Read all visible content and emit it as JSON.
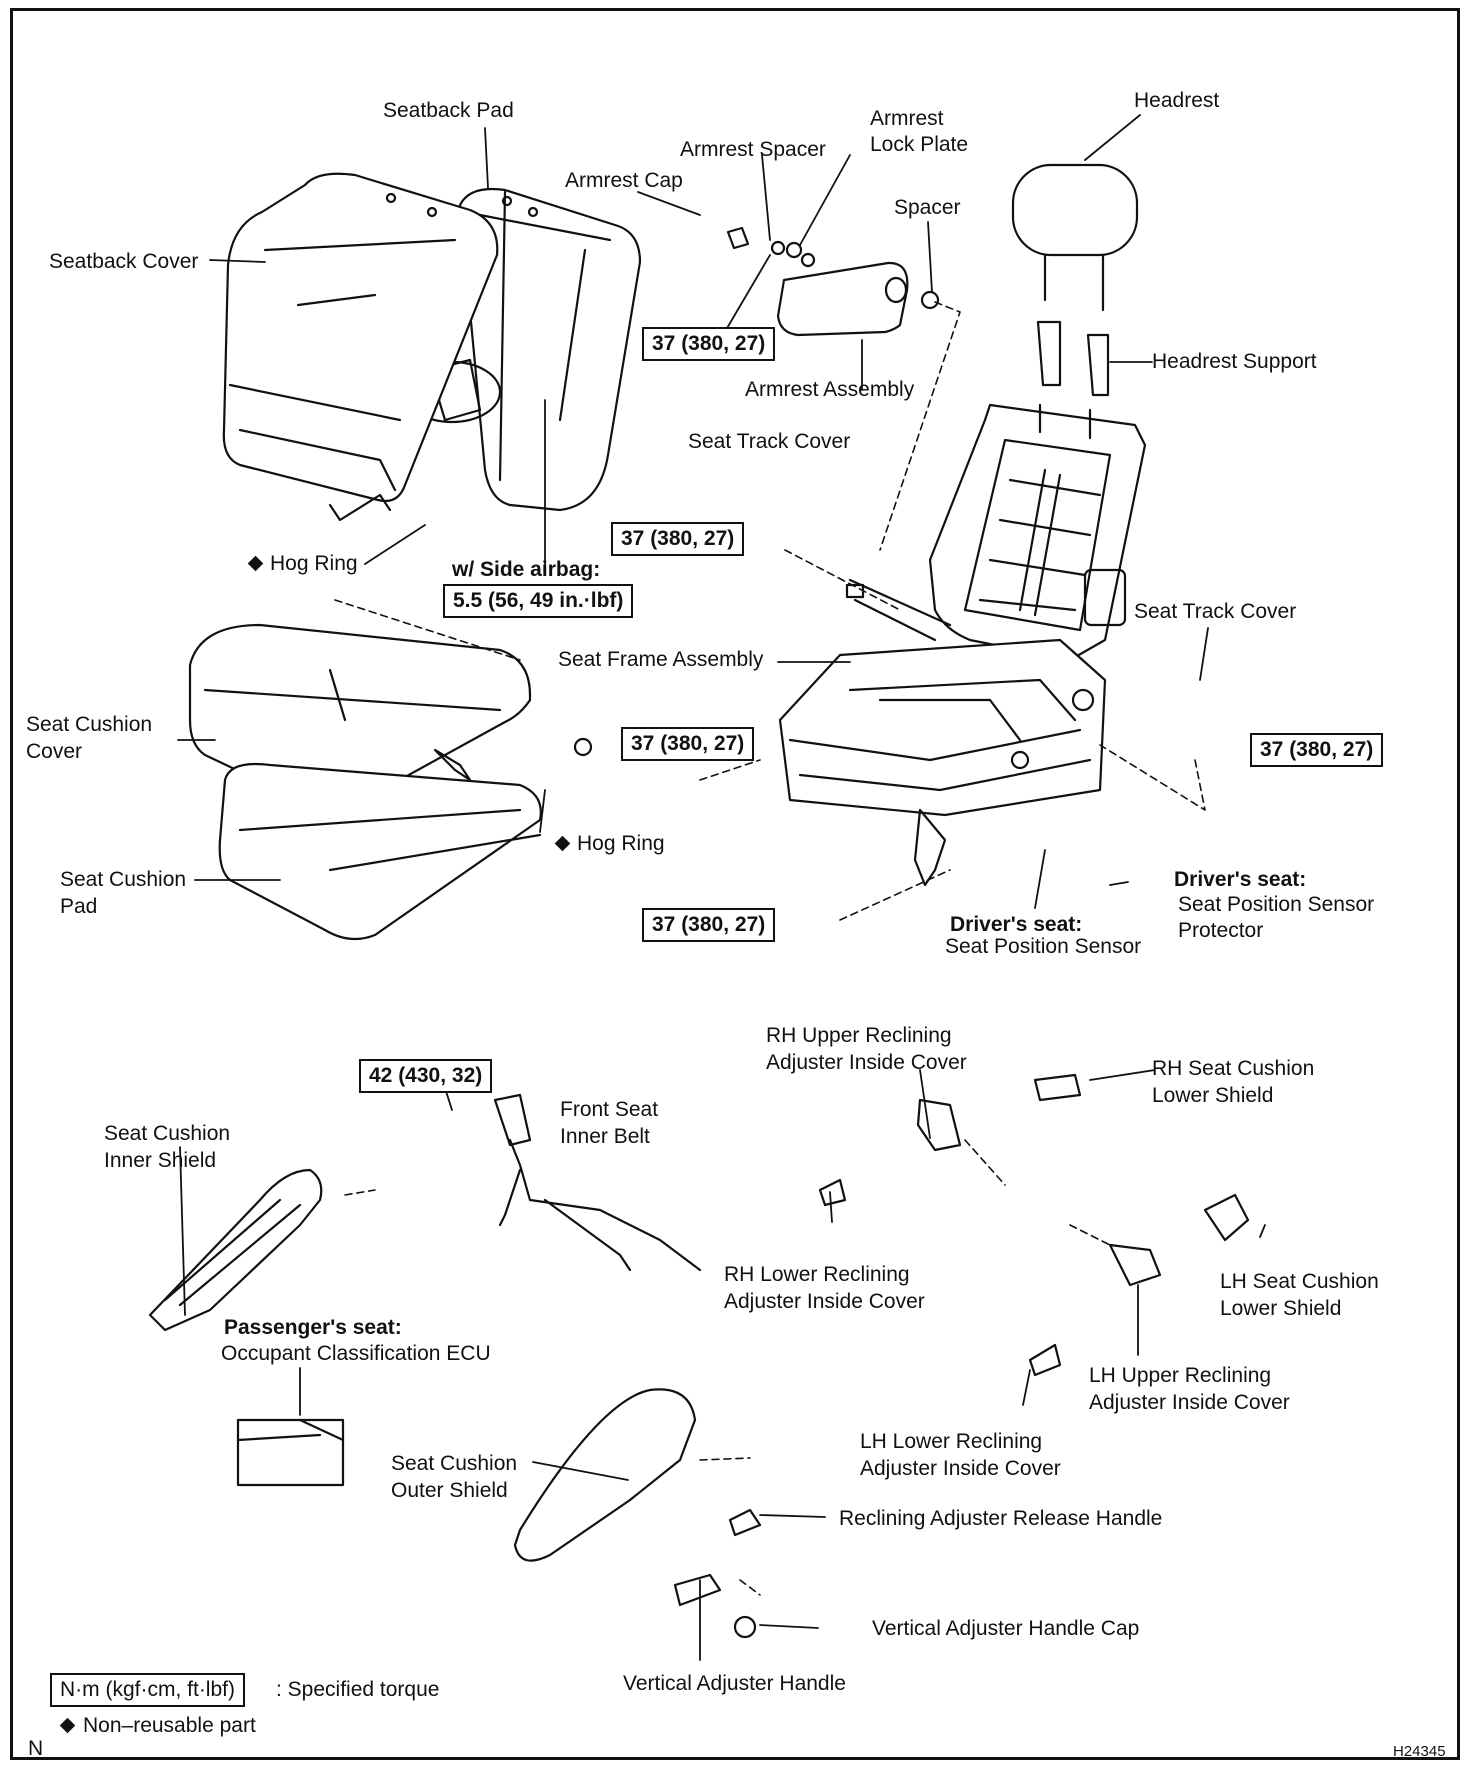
{
  "labels": {
    "seatback_pad": "Seatback Pad",
    "armrest_spacer": "Armrest Spacer",
    "armrest_lock_plate_1": "Armrest",
    "armrest_lock_plate_2": "Lock Plate",
    "armrest_cap": "Armrest Cap",
    "headrest": "Headrest",
    "spacer": "Spacer",
    "seatback_cover": "Seatback Cover",
    "armrest_assembly": "Armrest Assembly",
    "headrest_support": "Headrest Support",
    "seat_track_cover_upper": "Seat Track Cover",
    "hog_ring_upper": "Hog Ring",
    "side_airbag": "w/ Side airbag:",
    "seat_track_cover_right": "Seat Track Cover",
    "seat_frame_assembly": "Seat Frame Assembly",
    "seat_cushion_cover_1": "Seat Cushion",
    "seat_cushion_cover_2": "Cover",
    "hog_ring_lower": "Hog Ring",
    "seat_cushion_pad_1": "Seat Cushion",
    "seat_cushion_pad_2": "Pad",
    "drivers_seat_a": "Driver's seat:",
    "sensor_protector_1": "Seat Position Sensor",
    "sensor_protector_2": "Protector",
    "drivers_seat_b": "Driver's seat:",
    "seat_position_sensor": "Seat Position Sensor",
    "rh_upper_1": "RH Upper Reclining",
    "rh_upper_2": "Adjuster Inside Cover",
    "rh_seat_cushion_lower_1": "RH Seat Cushion",
    "rh_seat_cushion_lower_2": "Lower Shield",
    "front_seat_inner_belt_1": "Front Seat",
    "front_seat_inner_belt_2": "Inner Belt",
    "seat_cushion_inner_1": "Seat Cushion",
    "seat_cushion_inner_2": "Inner Shield",
    "rh_lower_1": "RH Lower Reclining",
    "rh_lower_2": "Adjuster Inside Cover",
    "lh_seat_cushion_lower_1": "LH Seat Cushion",
    "lh_seat_cushion_lower_2": "Lower Shield",
    "passengers_seat": "Passenger's seat:",
    "occupant_ecu": "Occupant Classification ECU",
    "lh_upper_1": "LH Upper Reclining",
    "lh_upper_2": "Adjuster Inside Cover",
    "lh_lower_1": "LH Lower Reclining",
    "lh_lower_2": "Adjuster Inside Cover",
    "seat_cushion_outer_1": "Seat Cushion",
    "seat_cushion_outer_2": "Outer Shield",
    "reclining_release_handle": "Reclining Adjuster Release Handle",
    "vertical_handle_cap": "Vertical Adjuster Handle Cap",
    "vertical_handle": "Vertical Adjuster Handle"
  },
  "torques": {
    "armrest": "37 (380, 27)",
    "side_airbag": "5.5 (56, 49 in.·lbf)",
    "track_upper": "37 (380, 27)",
    "track_left": "37 (380, 27)",
    "track_right": "37 (380, 27)",
    "track_lower": "37 (380, 27)",
    "belt": "42 (430, 32)"
  },
  "legend": {
    "torque_unit": "N·m (kgf·cm, ft·lbf)",
    "torque_desc": ": Specified torque",
    "non_reusable": "Non–reusable part"
  },
  "corner": {
    "left": "N",
    "figure_id": "H24345"
  }
}
